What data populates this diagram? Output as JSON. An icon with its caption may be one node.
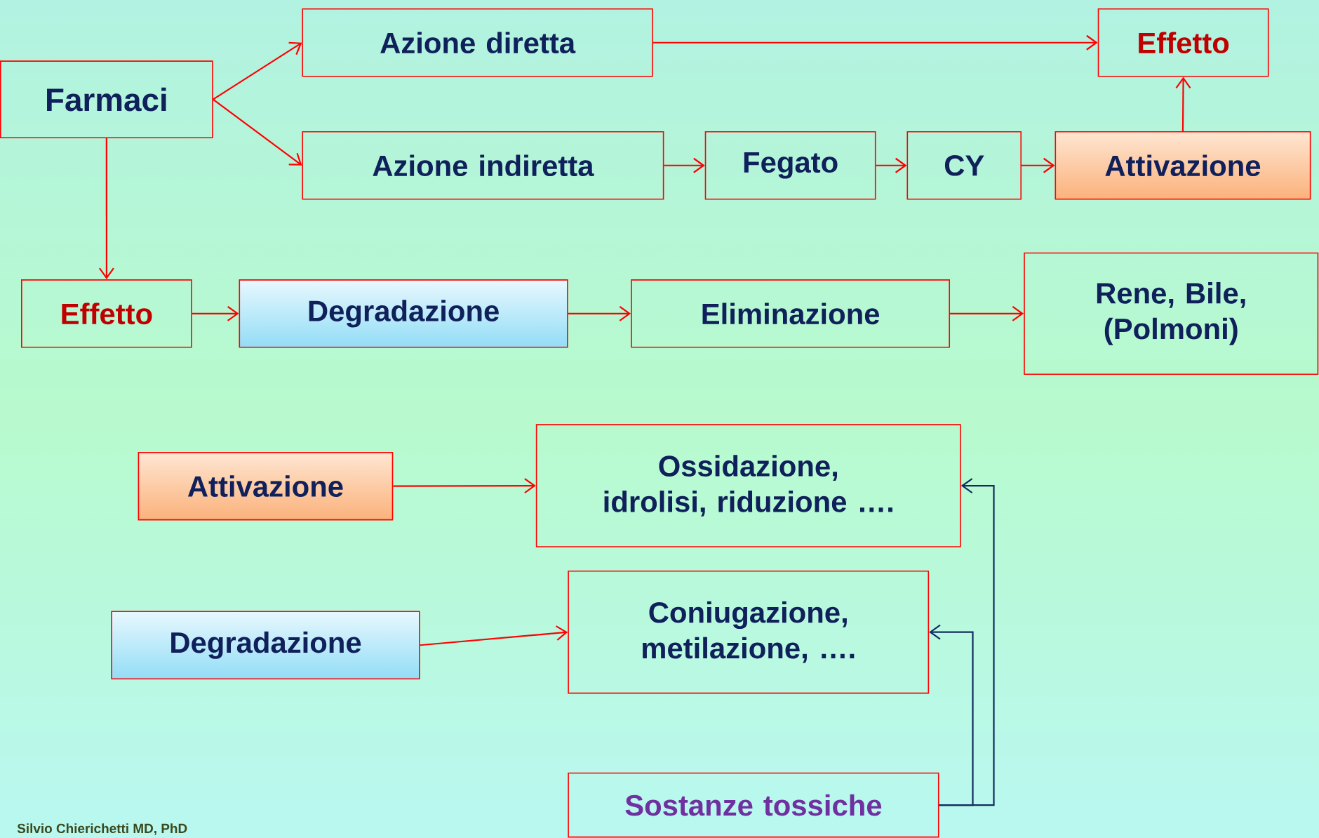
{
  "diagram": {
    "nodes": [
      {
        "text": [
          "Farmaci"
        ]
      },
      {
        "text": [
          "Azione diretta"
        ]
      },
      {
        "text": [
          "Effetto"
        ]
      },
      {
        "text": [
          "Azione indiretta"
        ]
      },
      {
        "text": [
          "Fegato"
        ]
      },
      {
        "text": [
          "CY"
        ]
      },
      {
        "text": [
          "Attivazione"
        ]
      },
      {
        "text": [
          "Effetto"
        ]
      },
      {
        "text": [
          "Degradazione"
        ]
      },
      {
        "text": [
          "Eliminazione"
        ]
      },
      {
        "text": [
          "Rene, Bile, (Polmoni)"
        ]
      },
      {
        "text": [
          "Attivazione"
        ]
      },
      {
        "text": [
          "Ossidazione, idrolisi, riduzione …."
        ]
      },
      {
        "text": [
          "Degradazione"
        ]
      },
      {
        "text": [
          "Coniugazione, metilazione, …."
        ]
      },
      {
        "text": [
          "Sostanze tossiche"
        ]
      }
    ],
    "edges": [
      {
        "from": 0,
        "to": 1,
        "arrow": "to"
      },
      {
        "from": 0,
        "to": 3,
        "arrow": "to"
      },
      {
        "from": 1,
        "to": 2,
        "arrow": "to"
      },
      {
        "from": 3,
        "to": 4,
        "arrow": "to"
      },
      {
        "from": 4,
        "to": 5,
        "arrow": "to"
      },
      {
        "from": 5,
        "to": 6,
        "arrow": "to"
      },
      {
        "from": 6,
        "to": 2,
        "arrow": "to"
      },
      {
        "from": 0,
        "to": 7,
        "arrow": "to"
      },
      {
        "from": 7,
        "to": 8,
        "arrow": "to"
      },
      {
        "from": 8,
        "to": 9,
        "arrow": "to"
      },
      {
        "from": 9,
        "to": 10,
        "arrow": "to"
      },
      {
        "from": 11,
        "to": 12,
        "arrow": "to"
      },
      {
        "from": 13,
        "to": 14,
        "arrow": "to"
      },
      {
        "from": 15,
        "to": 12,
        "arrow": "to",
        "color": "#1a2a5e"
      },
      {
        "from": 15,
        "to": 14,
        "arrow": "to",
        "color": "#1a2a5e"
      }
    ],
    "labels": [
      "Silvio Chierichetti MD, PhD"
    ]
  }
}
